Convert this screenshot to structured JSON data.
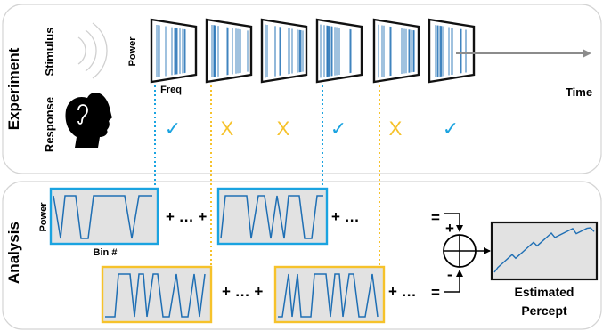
{
  "panels": {
    "experiment": "Experiment",
    "analysis": "Analysis"
  },
  "rows": {
    "stimulus": "Stimulus",
    "response": "Response"
  },
  "axis_labels": {
    "power": "Power",
    "freq": "Freq",
    "time": "Time",
    "bin": "Bin #"
  },
  "responses": [
    {
      "mark": "✓",
      "color": "#1aa3e0"
    },
    {
      "mark": "X",
      "color": "#f6c22b"
    },
    {
      "mark": "X",
      "color": "#f6c22b"
    },
    {
      "mark": "✓",
      "color": "#1aa3e0"
    },
    {
      "mark": "X",
      "color": "#f6c22b"
    },
    {
      "mark": "✓",
      "color": "#1aa3e0"
    }
  ],
  "operators": {
    "plus_dots_plus": "+ … +",
    "plus_dots": "+ …",
    "equals": "=",
    "plus": "+",
    "minus": "-"
  },
  "output": {
    "line1": "Estimated",
    "line2": "Percept"
  },
  "icons": [
    "sound-wave-icon",
    "head-ear-icon",
    "summing-junction-icon"
  ],
  "colors": {
    "positive": "#1aa3e0",
    "negative": "#f6c22b",
    "signal": "#1f6fb4",
    "box_fill": "#e2e2e2",
    "arrow": "#8c8c8c"
  }
}
